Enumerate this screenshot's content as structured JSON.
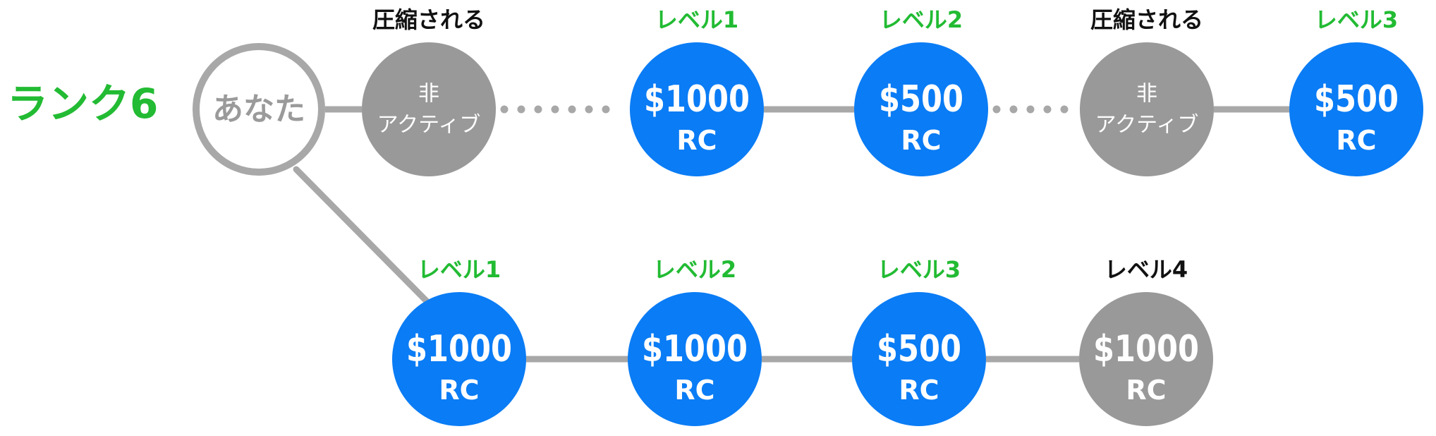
{
  "rank_label": "ランク6",
  "colors": {
    "green": "#22bb33",
    "blue": "#0a7cf5",
    "gray_node": "#999999",
    "line": "#a8a8a8",
    "black": "#111111",
    "white": "#ffffff",
    "you_text": "#9a9a9a"
  },
  "you": {
    "label": "あなた"
  },
  "rows": [
    {
      "nodes": [
        {
          "status": "inactive",
          "header": "圧縮される",
          "header_color": "black",
          "lines": [
            "非",
            "アクティブ"
          ]
        },
        {
          "status": "active",
          "header": "レベル1",
          "header_color": "green",
          "lines": [
            "$1000",
            "RC"
          ]
        },
        {
          "status": "active",
          "header": "レベル2",
          "header_color": "green",
          "lines": [
            "$500",
            "RC"
          ]
        },
        {
          "status": "inactive",
          "header": "圧縮される",
          "header_color": "black",
          "lines": [
            "非",
            "アクティブ"
          ]
        },
        {
          "status": "active",
          "header": "レベル3",
          "header_color": "green",
          "lines": [
            "$500",
            "RC"
          ]
        }
      ],
      "connectors": [
        "dotted",
        "solid",
        "dotted",
        "solid"
      ]
    },
    {
      "nodes": [
        {
          "status": "active",
          "header": "レベル1",
          "header_color": "green",
          "lines": [
            "$1000",
            "RC"
          ]
        },
        {
          "status": "active",
          "header": "レベル2",
          "header_color": "green",
          "lines": [
            "$1000",
            "RC"
          ]
        },
        {
          "status": "active",
          "header": "レベル3",
          "header_color": "green",
          "lines": [
            "$500",
            "RC"
          ]
        },
        {
          "status": "unreached",
          "header": "レベル4",
          "header_color": "black",
          "lines": [
            "$1000",
            "RC"
          ]
        }
      ],
      "connectors": [
        "solid",
        "solid",
        "solid"
      ]
    }
  ]
}
